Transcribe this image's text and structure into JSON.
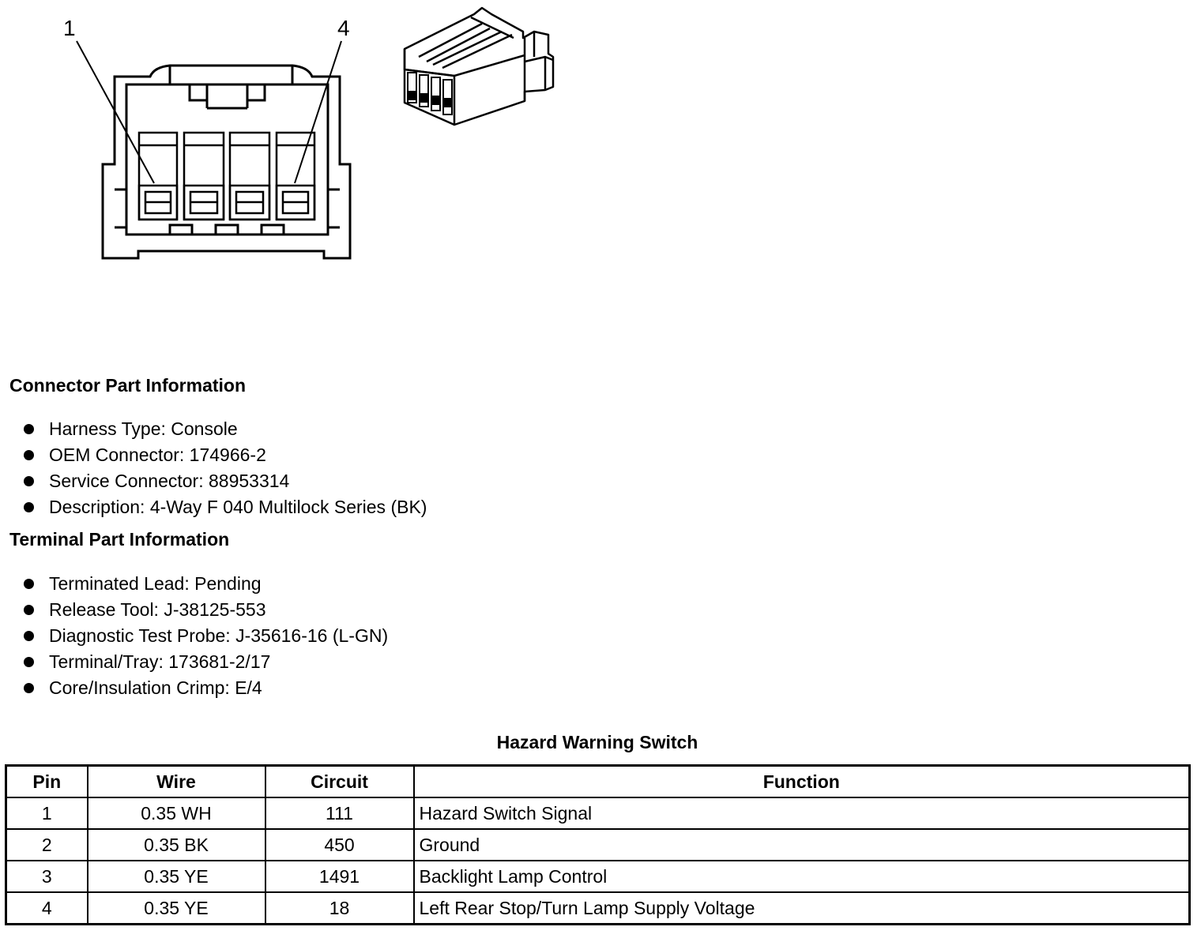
{
  "diagram": {
    "callout_left": "1",
    "callout_right": "4"
  },
  "connector_info": {
    "heading": "Connector Part Information",
    "items": [
      "Harness Type: Console",
      "OEM Connector: 174966-2",
      "Service Connector: 88953314",
      "Description: 4-Way F 040 Multilock Series (BK)"
    ]
  },
  "terminal_info": {
    "heading": "Terminal Part Information",
    "items": [
      "Terminated Lead: Pending",
      "Release Tool: J-38125-553",
      "Diagnostic Test Probe: J-35616-16 (L-GN)",
      "Terminal/Tray: 173681-2/17",
      "Core/Insulation Crimp: E/4"
    ]
  },
  "table": {
    "title": "Hazard Warning Switch",
    "headers": [
      "Pin",
      "Wire",
      "Circuit",
      "Function"
    ],
    "rows": [
      [
        "1",
        "0.35 WH",
        "111",
        "Hazard Switch Signal"
      ],
      [
        "2",
        "0.35 BK",
        "450",
        "Ground"
      ],
      [
        "3",
        "0.35 YE",
        "1491",
        "Backlight Lamp Control"
      ],
      [
        "4",
        "0.35 YE",
        "18",
        "Left Rear Stop/Turn Lamp Supply Voltage"
      ]
    ]
  }
}
